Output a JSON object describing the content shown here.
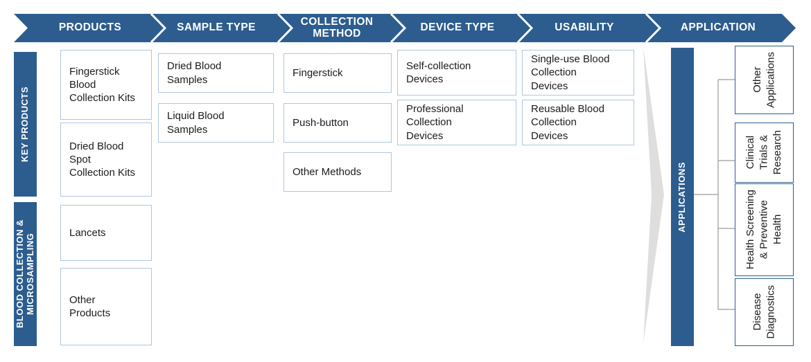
{
  "theme": {
    "header_blue": "#2d5d8e",
    "bar_blue": "#2d5d8e",
    "box_border_light": "#aec6de",
    "box_border_dark": "#2d5d8e",
    "connector_grey": "#9a9a9a",
    "chevron_grey": "#dddddd",
    "text_dark": "#1b1b1b",
    "text_white": "#ffffff",
    "page_background": "#ffffff"
  },
  "header": {
    "stages": [
      {
        "label": "PRODUCTS"
      },
      {
        "label": "SAMPLE TYPE"
      },
      {
        "label": "COLLECTION\nMETHOD"
      },
      {
        "label": "DEVICE TYPE"
      },
      {
        "label": "USABILITY"
      },
      {
        "label": "APPLICATION"
      }
    ]
  },
  "left_categories": [
    {
      "label": "KEY PRODUCTS"
    },
    {
      "label": "BLOOD COLLECTION &\nMICROSAMPLING"
    }
  ],
  "columns": {
    "products": [
      {
        "label": "Fingerstick\nBlood\nCollection Kits"
      },
      {
        "label": "Dried Blood\nSpot\nCollection Kits"
      },
      {
        "label": "Lancets"
      },
      {
        "label": "Other\nProducts"
      }
    ],
    "sample_type": [
      {
        "label": "Dried Blood\nSamples"
      },
      {
        "label": "Liquid Blood\nSamples"
      }
    ],
    "collection_method": [
      {
        "label": "Fingerstick"
      },
      {
        "label": "Push-button"
      },
      {
        "label": "Other Methods"
      }
    ],
    "device_type": [
      {
        "label": "Self-collection\nDevices"
      },
      {
        "label": "Professional\nCollection\nDevices"
      }
    ],
    "usability": [
      {
        "label": "Single-use Blood\nCollection\nDevices"
      },
      {
        "label": "Reusable Blood\nCollection\nDevices"
      }
    ]
  },
  "application": {
    "bar_label": "APPLICATIONS",
    "items": [
      {
        "label": "Other\nApplications"
      },
      {
        "label": "Clinical\nTrials &\nResearch"
      },
      {
        "label": "Health Screening\n& Preventive\nHealth"
      },
      {
        "label": "Disease\nDiagnostics"
      }
    ]
  }
}
